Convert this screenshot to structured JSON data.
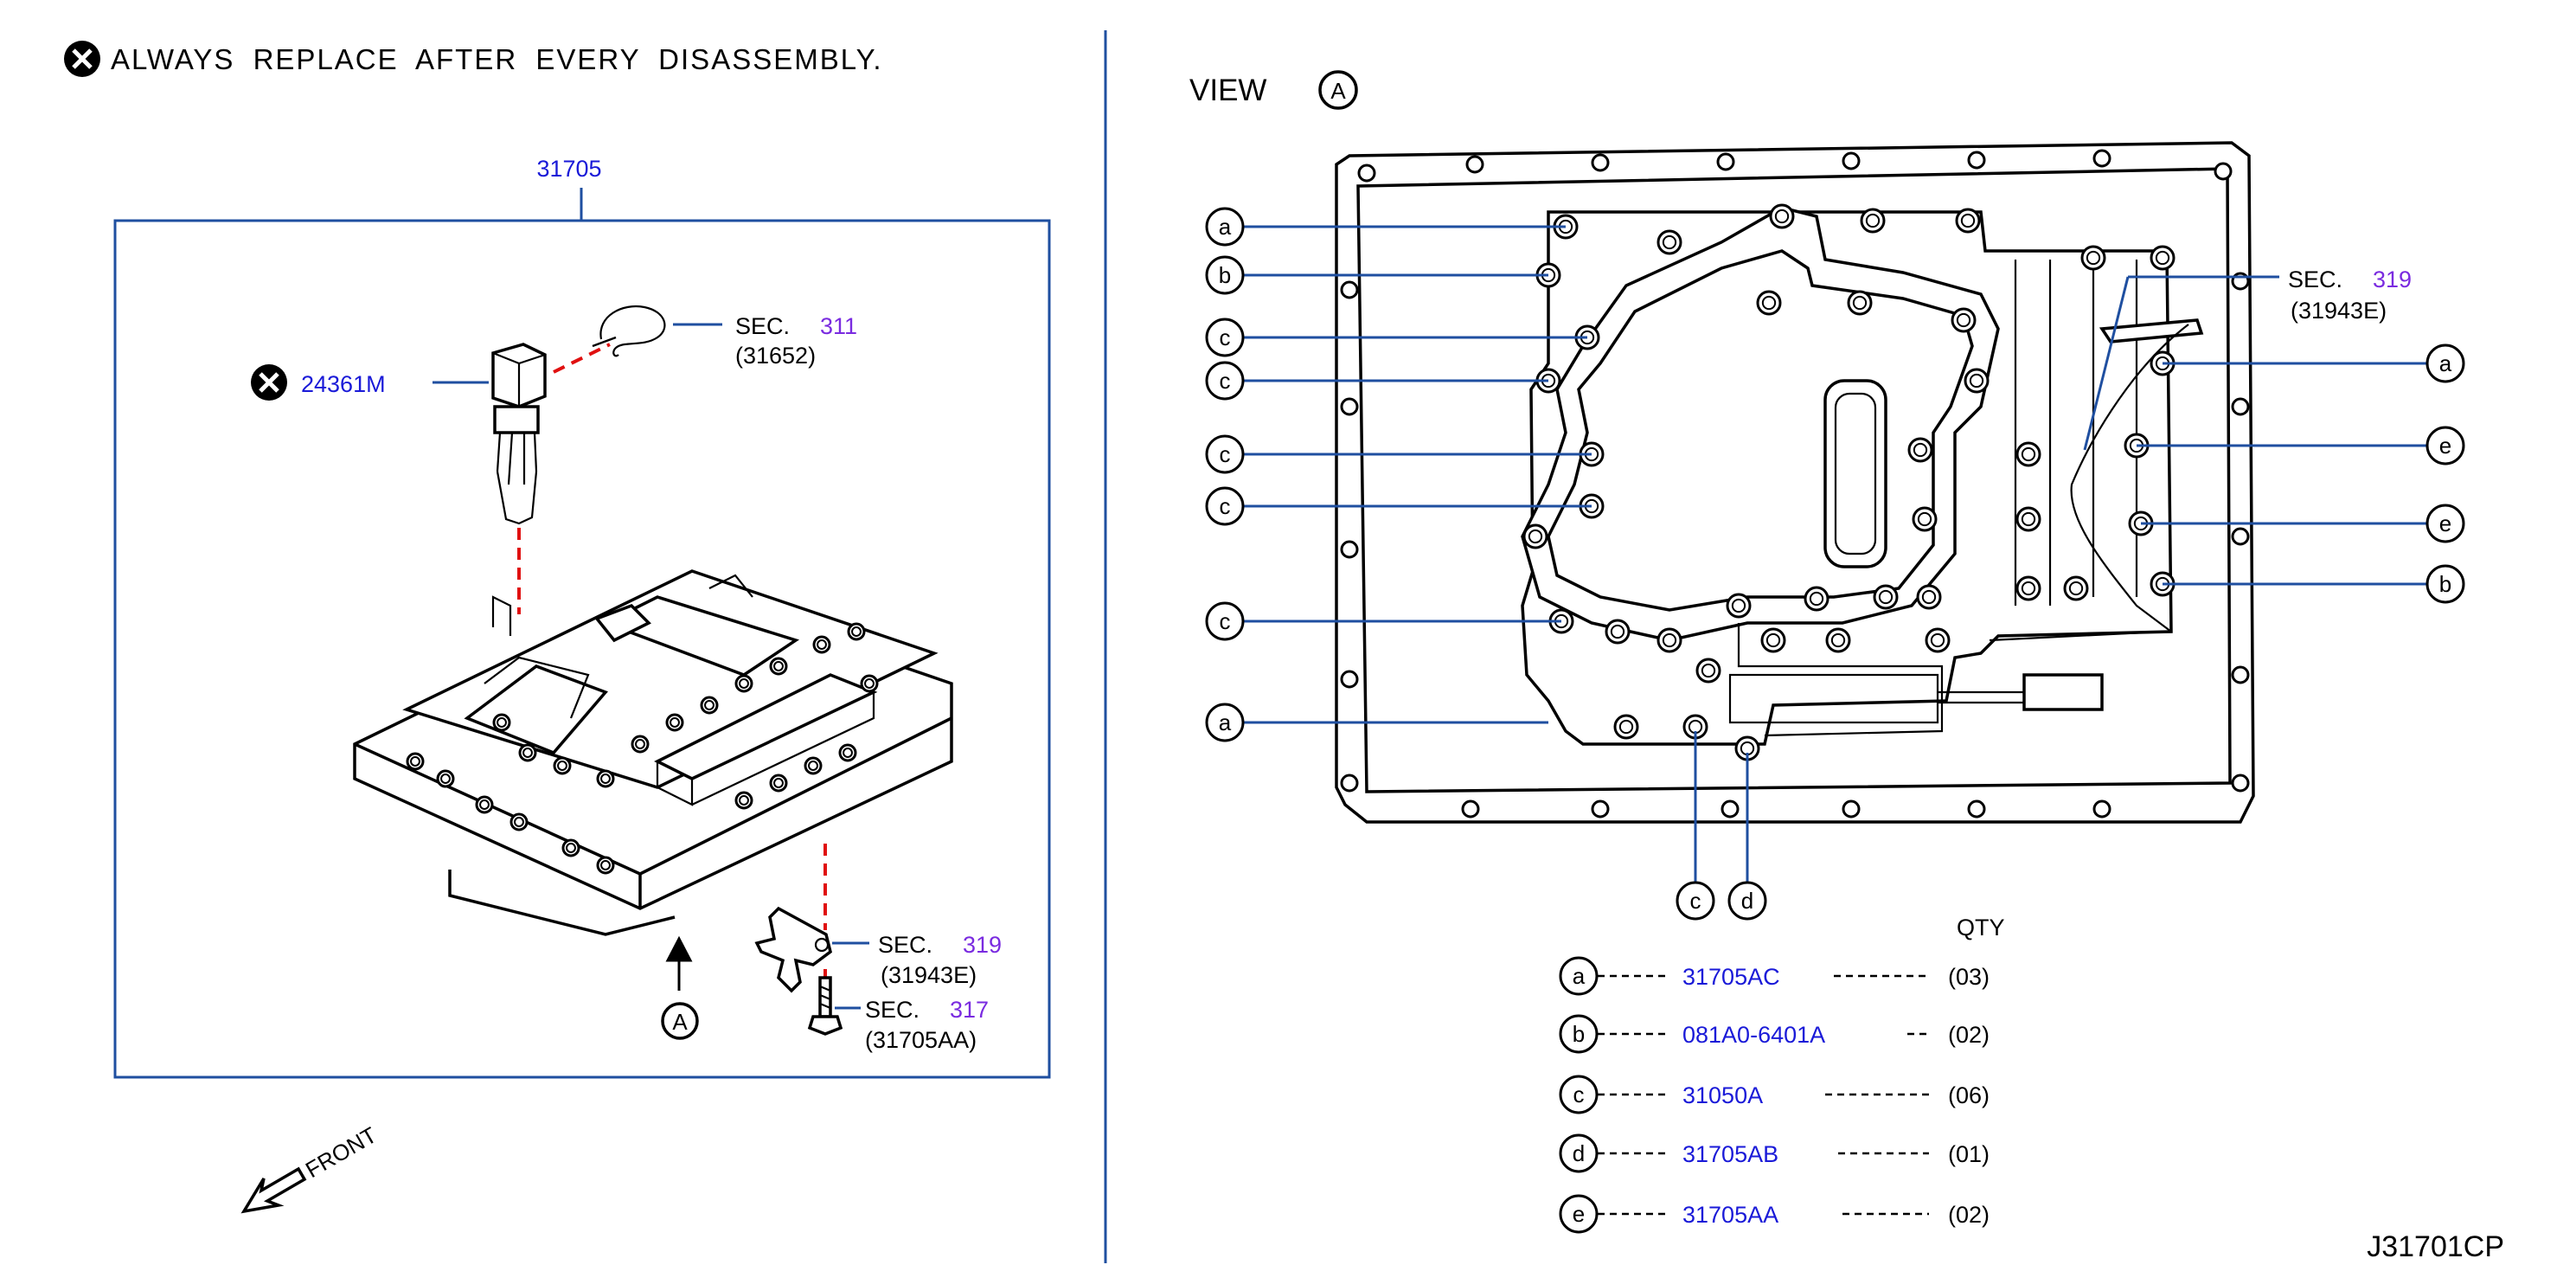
{
  "note": {
    "text": "ALWAYS REPLACE AFTER EVERY DISASSEMBLY."
  },
  "left": {
    "assembly_part": "31705",
    "solenoid_part": "24361M",
    "sec311": {
      "label": "SEC.",
      "num": "311",
      "sub": "(31652)"
    },
    "sec319": {
      "label": "SEC.",
      "num": "319",
      "sub": "(31943E)"
    },
    "sec317": {
      "label": "SEC.",
      "num": "317",
      "sub": "(31705AA)"
    },
    "view_marker": "A",
    "front": "FRONT"
  },
  "right": {
    "view_title": "VIEW",
    "view_marker": "A",
    "sec319": {
      "label": "SEC.",
      "num": "319",
      "sub": "(31943E)"
    },
    "callouts_left": [
      "a",
      "b",
      "c",
      "c",
      "c",
      "c",
      "c",
      "a"
    ],
    "callouts_right": [
      "a",
      "e",
      "e",
      "b"
    ],
    "callouts_bottom": [
      "c",
      "d"
    ]
  },
  "legend": {
    "qty_header": "QTY",
    "items": [
      {
        "key": "a",
        "part": "31705AC",
        "qty": "(03)"
      },
      {
        "key": "b",
        "part": "081A0-6401A",
        "qty": "(02)"
      },
      {
        "key": "c",
        "part": "31050A",
        "qty": "(06)"
      },
      {
        "key": "d",
        "part": "31705AB",
        "qty": "(01)"
      },
      {
        "key": "e",
        "part": "31705AA",
        "qty": "(02)"
      }
    ]
  },
  "drawing_code": "J31701CP",
  "colors": {
    "part_number": "#1a1ad8",
    "section_number": "#7a2be0",
    "leader": "#1f4fa0",
    "dashed_red": "#e01010"
  }
}
